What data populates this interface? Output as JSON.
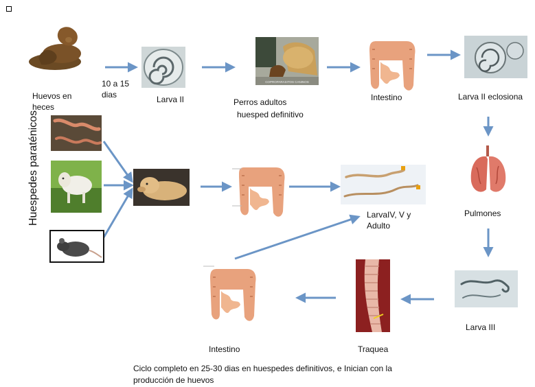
{
  "labels": {
    "huevos": "Huevos en heces",
    "dias": "10 a 15 dias",
    "larva2": "Larva II",
    "perros": "Perros adultos",
    "huesped": "huesped definitivo",
    "intestino_top": "Intestino",
    "larva2_ecl": "Larva II eclosiona",
    "pulmones": "Pulmones",
    "larva3": "Larva III",
    "traquea": "Traquea",
    "intestino_bottom": "Intestino",
    "larva4": "LarvaIV, V y",
    "adulto": "Adulto",
    "paratenicos": "Huespedes paraténicos",
    "footer_line1": "Ciclo completo en 25-30 dias en huespedes definitivos, e Inician con la",
    "footer_line2": "producción de huevos",
    "photo_caption": "COPROPARASITOS CANINOS"
  },
  "colors": {
    "arrow": "#6b95c6",
    "intestine": "#e8a27d",
    "lung": "#d96b5c"
  }
}
